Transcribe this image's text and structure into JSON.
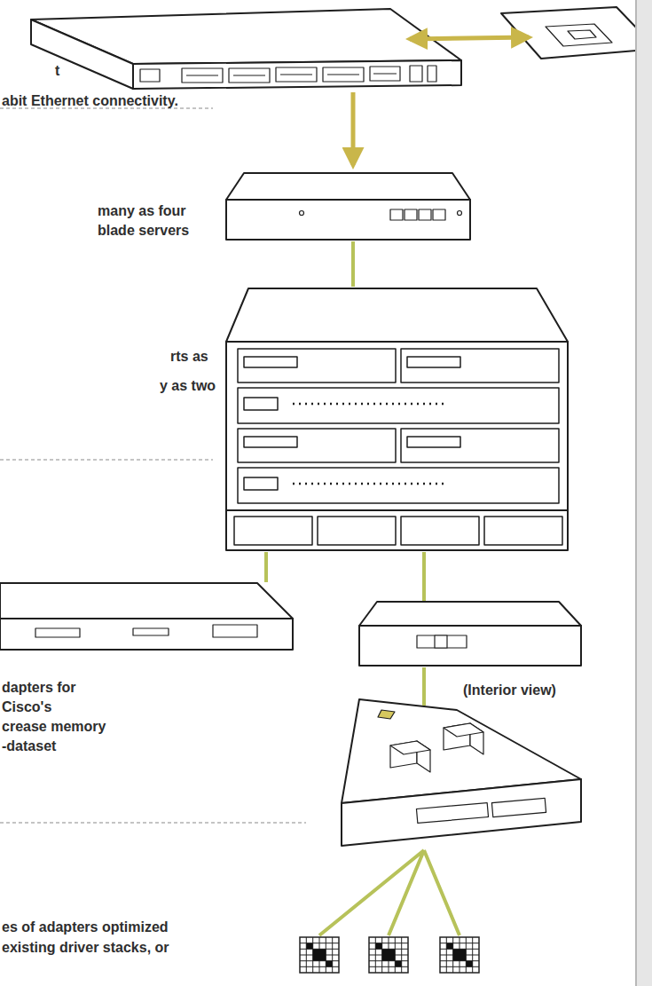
{
  "diagram": {
    "labels": [
      "t",
      "abit Ethernet connectivity.",
      "many as four",
      "blade servers",
      "rts as",
      "y as two",
      "dapters for",
      "Cisco's",
      "crease memory",
      "-dataset",
      "(Interior view)",
      "es of adapters optimized",
      "existing driver stacks, or"
    ]
  }
}
